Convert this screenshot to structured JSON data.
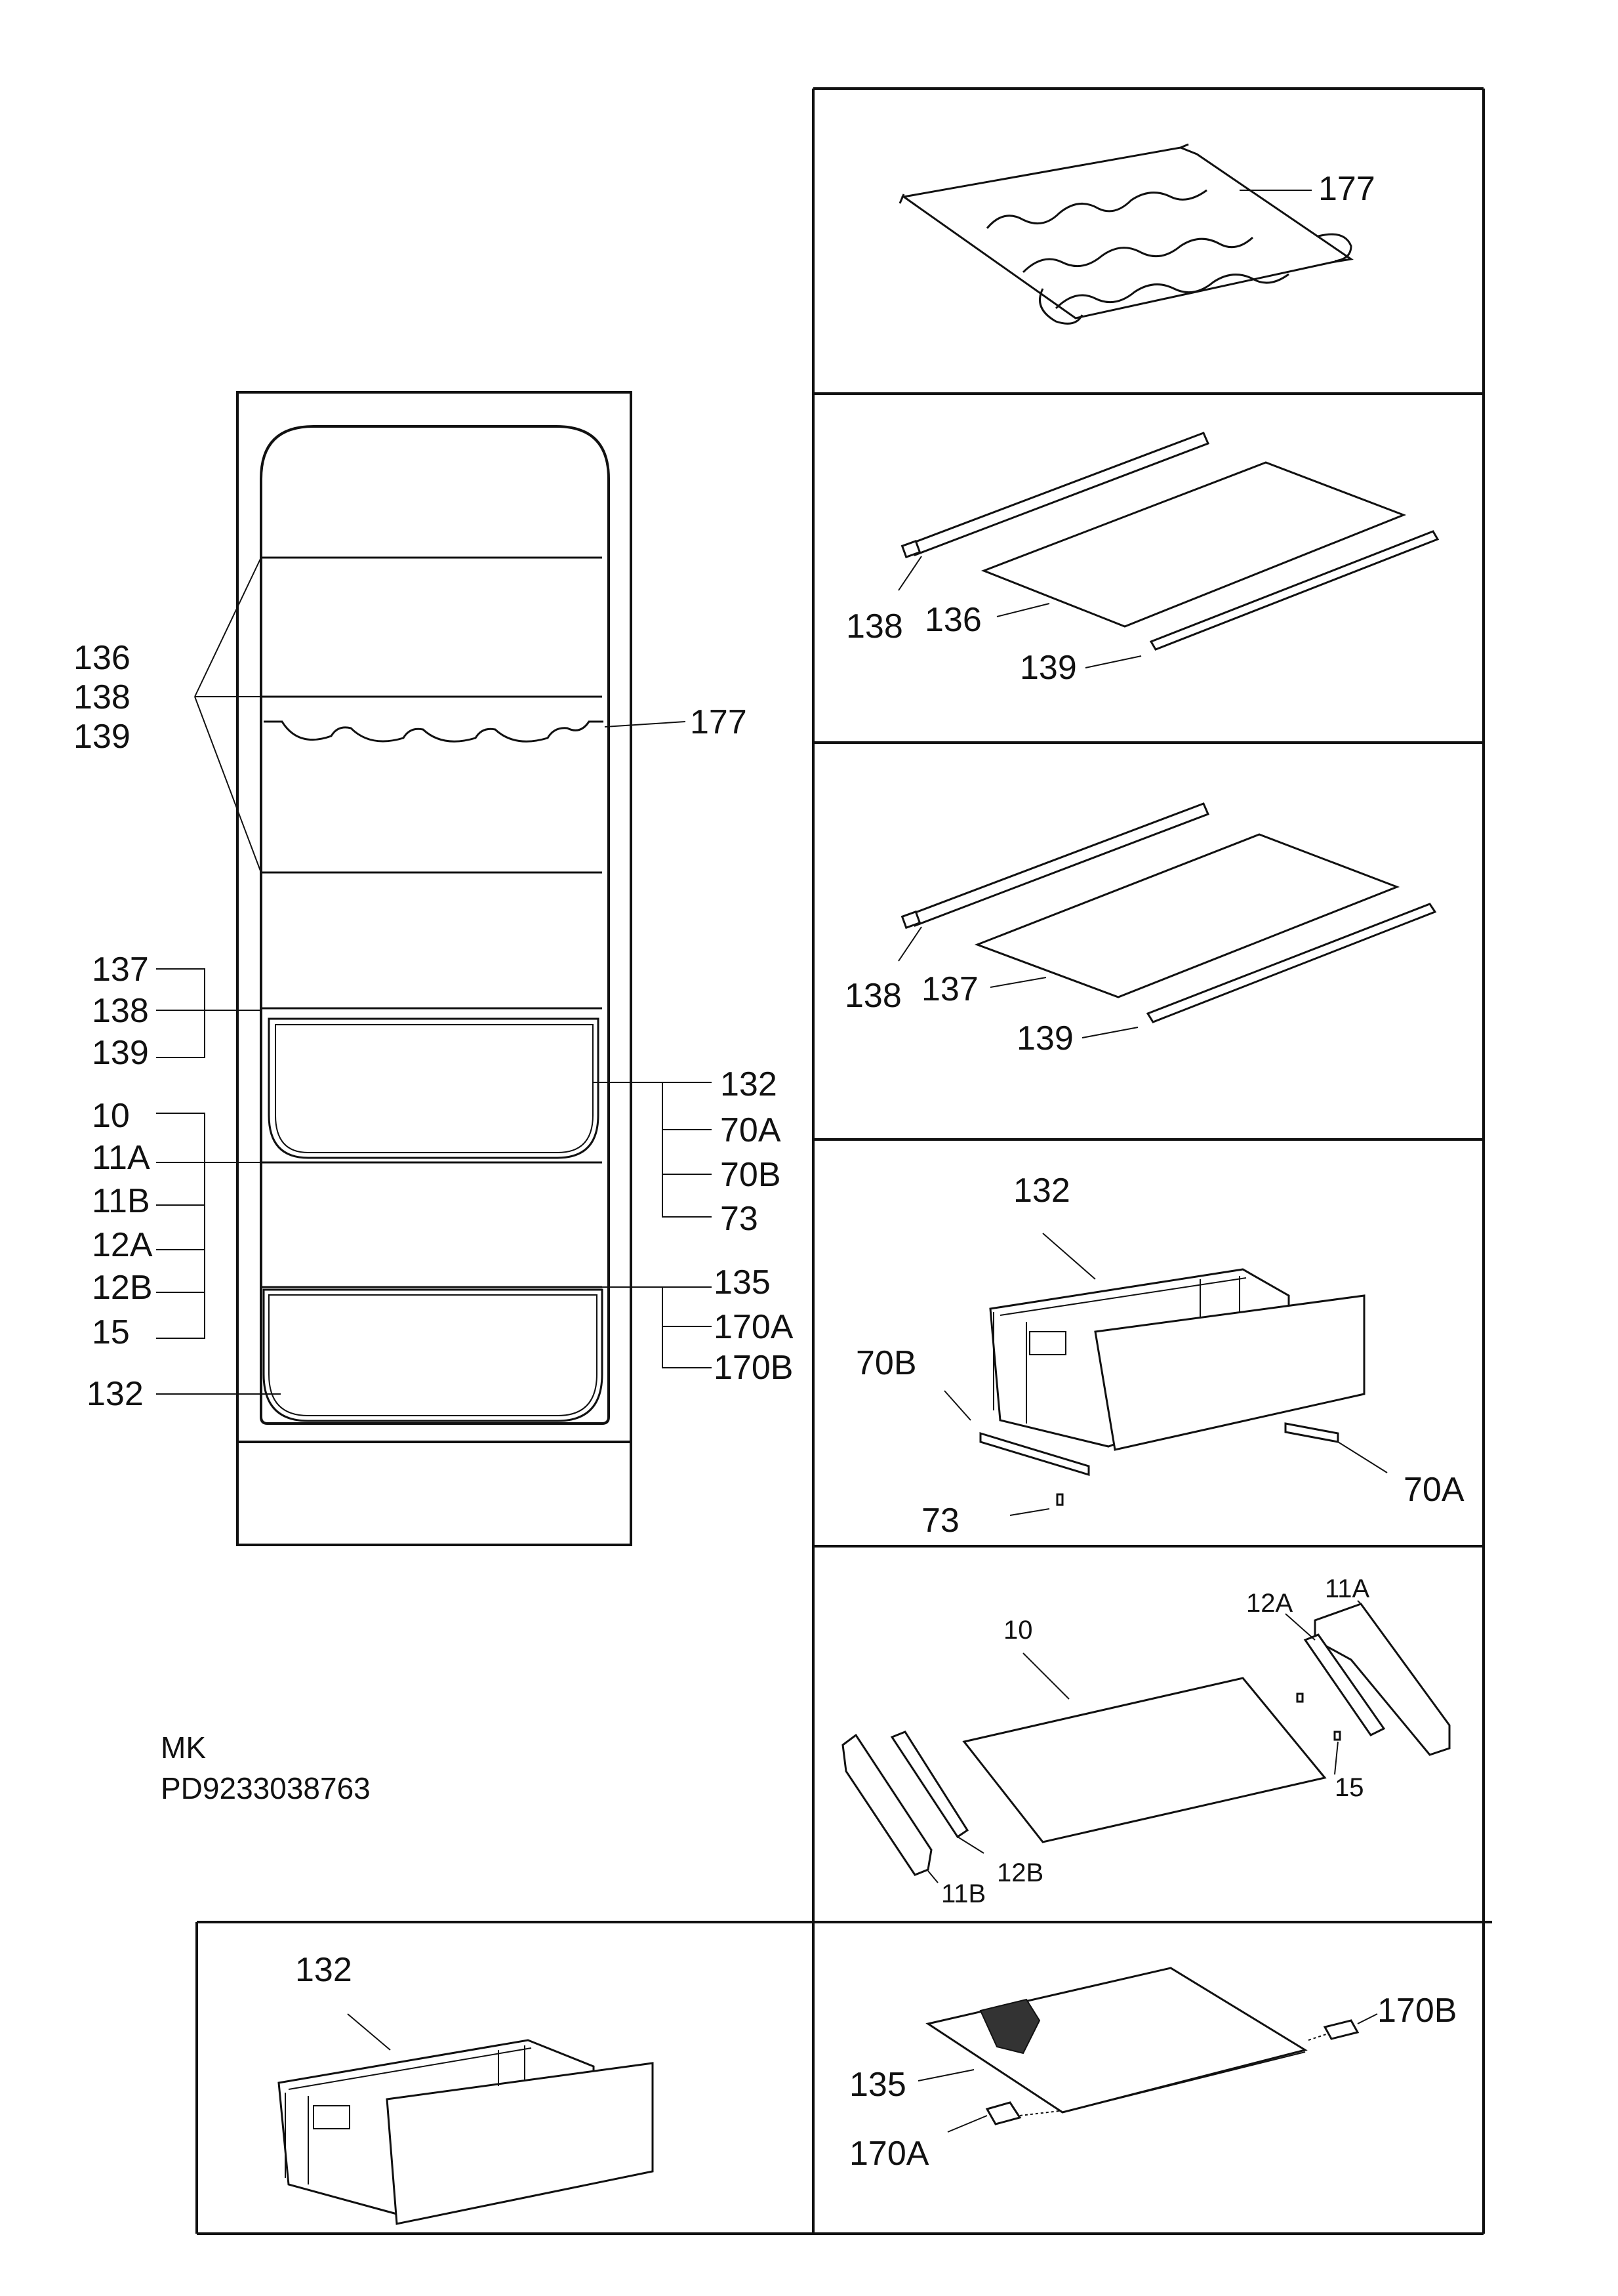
{
  "model": {
    "line1": "MK",
    "line2": "PD9233038763"
  },
  "overview": {
    "shelf_group_1": [
      "136",
      "138",
      "139"
    ],
    "shelf_group_2": [
      "137",
      "138",
      "139"
    ],
    "drawer_group": [
      "10",
      "11A",
      "11B",
      "12A",
      "12B",
      "15"
    ],
    "left_drawer_label": "132",
    "rack_label": "177",
    "right_group_1": [
      "132",
      "70A",
      "70B",
      "73"
    ],
    "right_group_2": [
      "135",
      "170A",
      "170B"
    ]
  },
  "panels": {
    "wine_rack": {
      "label": "177"
    },
    "glass_shelf_a": {
      "labels": [
        "138",
        "136",
        "139"
      ]
    },
    "glass_shelf_b": {
      "labels": [
        "138",
        "137",
        "139"
      ]
    },
    "crisper": {
      "labels": [
        "132",
        "70B",
        "73",
        "70A"
      ]
    },
    "drawer_cover": {
      "labels": [
        "10",
        "12A",
        "11A",
        "15",
        "12B",
        "11B"
      ]
    },
    "bottom_drawer": {
      "label": "132"
    },
    "bottom_shelf": {
      "labels": [
        "170B",
        "135",
        "170A"
      ]
    }
  }
}
